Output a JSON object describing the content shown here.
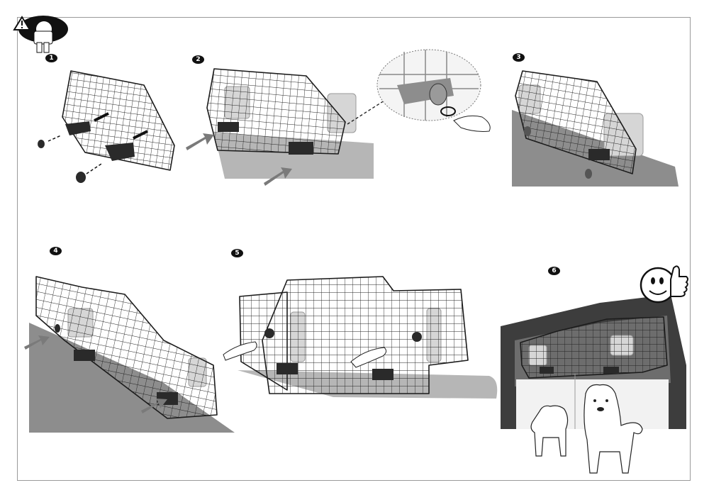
{
  "steps": [
    {
      "number": "1"
    },
    {
      "number": "2"
    },
    {
      "number": "3"
    },
    {
      "number": "4"
    },
    {
      "number": "5"
    },
    {
      "number": "6"
    }
  ],
  "icons": {
    "warning": "warning-reading-person-icon",
    "thumbs_up": "smiley-thumbs-up-icon"
  },
  "colors": {
    "line": "#1c1c1c",
    "car_body": "#8d8d8d",
    "badge": "#111111"
  }
}
